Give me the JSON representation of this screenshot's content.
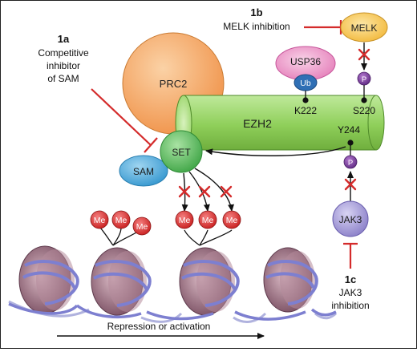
{
  "annotations": {
    "a": {
      "num": "1a",
      "line1": "Competitive",
      "line2": "inhibitor",
      "line3": "of SAM"
    },
    "b": {
      "num": "1b",
      "line1": "MELK inhibition"
    },
    "c": {
      "num": "1c",
      "line1": "JAK3",
      "line2": "inhibition"
    }
  },
  "nodes": {
    "prc2": "PRC2",
    "ezh2": "EZH2",
    "set": "SET",
    "sam": "SAM",
    "usp36": "USP36",
    "ub": "Ub",
    "melk": "MELK",
    "jak3": "JAK3",
    "phospho": "P",
    "methyl": "Me"
  },
  "sites": {
    "k222": "K222",
    "s220": "S220",
    "y244": "Y244"
  },
  "footer": "Repression or activation",
  "colors": {
    "prc2": "#f4a55a",
    "ezh2": "#8fcf5a",
    "set": "#5fbf5f",
    "sam": "#4aa6d8",
    "usp36": "#e98ac0",
    "ub": "#2f6fb5",
    "melk": "#f5c24a",
    "jak3": "#9a8fd0",
    "phospho": "#7a3d9a",
    "methyl": "#d42b2b",
    "inhibit": "#d42b2b",
    "histone": "#9a6e80",
    "dna": "#7d7fd0"
  }
}
